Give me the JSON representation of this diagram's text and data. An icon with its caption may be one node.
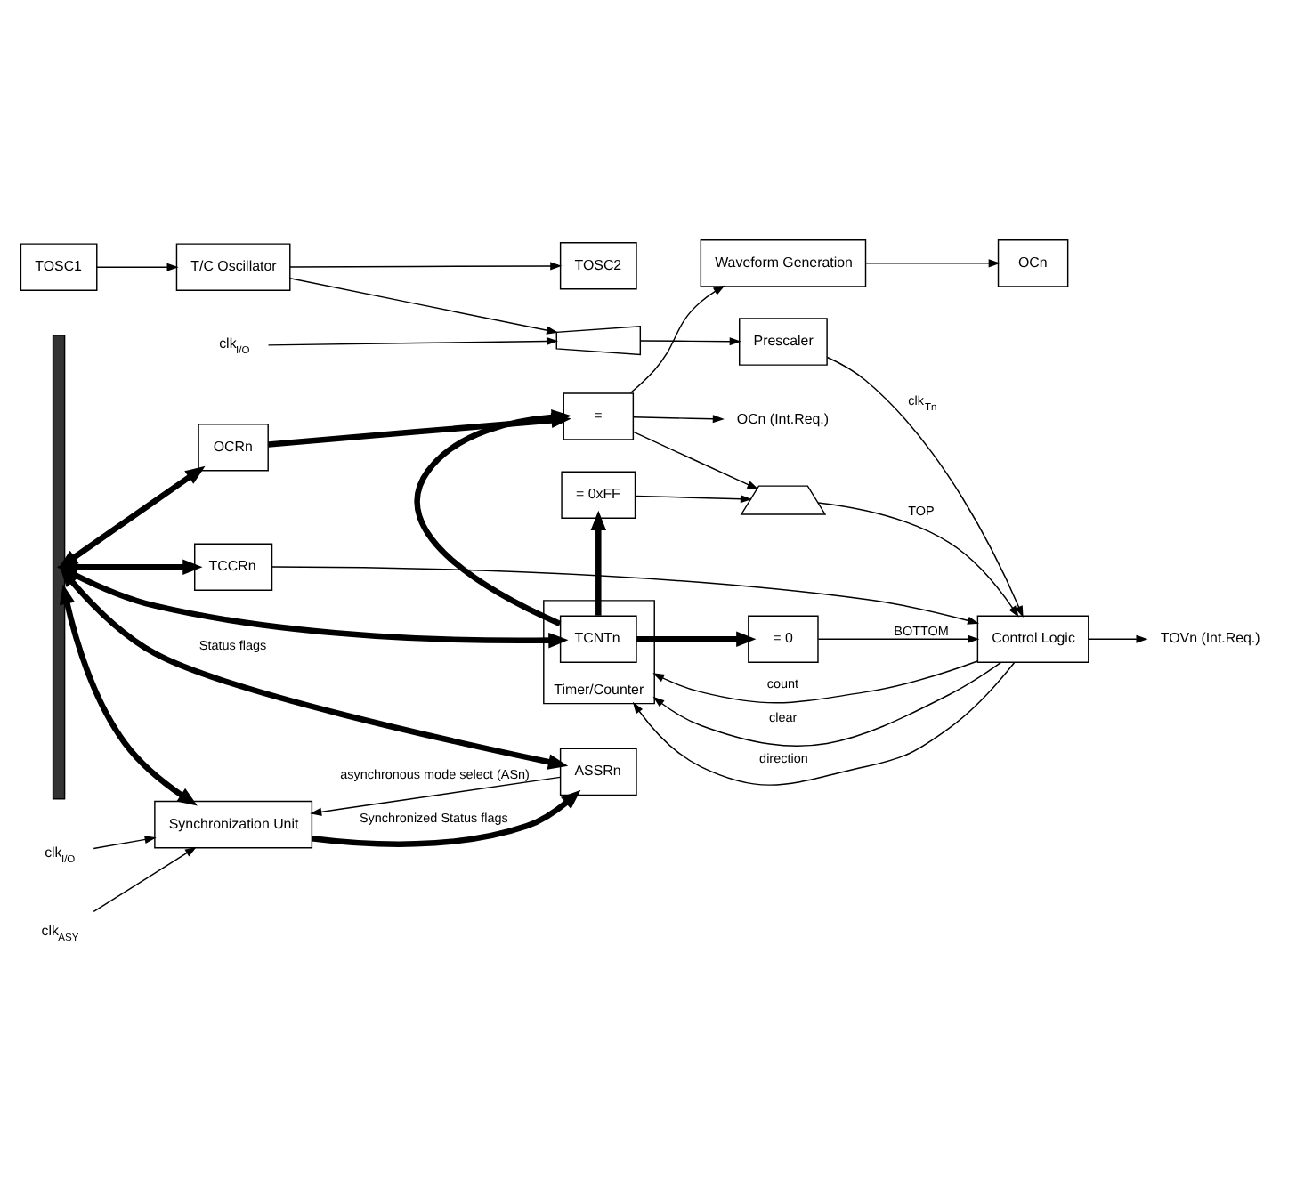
{
  "diagram": {
    "nodes": [
      {
        "text": [],
        "shape": "bar"
      },
      {
        "text": [
          "TCCRn"
        ]
      },
      {
        "text": [
          "Control Logic"
        ]
      },
      {
        "text": [
          "Timer/Counter"
        ]
      },
      {
        "text": [
          "TCNTn"
        ],
        "in": 3
      },
      {
        "text": [
          "= 0"
        ]
      },
      {
        "text": [
          "= 0xFF"
        ]
      },
      {
        "text": [],
        "shape": "trapezoid"
      },
      {
        "text": [
          "TOVn (Int.Req.)"
        ]
      },
      {
        "text": [
          "Prescaler"
        ]
      },
      {
        "text": [],
        "shape": "trapezoid"
      },
      {
        "text": [
          "T/C Oscillator"
        ]
      },
      {
        "text": [
          "TOSC1"
        ]
      },
      {
        "text": [
          "TOSC2"
        ]
      },
      {
        "text": [
          "clk$_{I/O}$"
        ]
      },
      {
        "text": [
          "="
        ]
      },
      {
        "text": [
          "OCn (Int.Req.)"
        ]
      },
      {
        "text": [
          "Waveform Generation"
        ]
      },
      {
        "text": [
          "OCn"
        ]
      },
      {
        "text": [
          "OCRn"
        ]
      },
      {
        "text": [
          "Synchronization Unit"
        ]
      },
      {
        "text": [
          "clk$_{I/O}$"
        ]
      },
      {
        "text": [
          "clk$_{ASY}$"
        ]
      },
      {
        "text": [
          "ASSRn"
        ]
      }
    ],
    "edges": [
      {
        "from": 0,
        "to": 1,
        "arrow": "both",
        "style": "thick"
      },
      {
        "from": 1,
        "to": 2,
        "arrow": "to"
      },
      {
        "from": 2,
        "to": 3,
        "arrow": "to",
        "label": "count"
      },
      {
        "from": 2,
        "to": 3,
        "arrow": "to",
        "label": "clear"
      },
      {
        "from": 2,
        "to": 3,
        "arrow": "to",
        "label": "direction"
      },
      {
        "from": 2,
        "to": 8,
        "arrow": "to"
      },
      {
        "from": 9,
        "to": 2,
        "arrow": "to",
        "label": "clk$_{Tn}$"
      },
      {
        "from": 5,
        "to": 2,
        "arrow": "to",
        "label": "BOTTOM"
      },
      {
        "from": 7,
        "to": 2,
        "arrow": "to",
        "label": "TOP"
      },
      {
        "from": 6,
        "to": 7,
        "arrow": "to"
      },
      {
        "from": 15,
        "to": 7,
        "arrow": "to"
      },
      {
        "from": 10,
        "to": 9,
        "arrow": "to"
      },
      {
        "from": 11,
        "to": 10,
        "arrow": "to"
      },
      {
        "from": 14,
        "to": 10,
        "arrow": "to"
      },
      {
        "from": 12,
        "to": 11,
        "arrow": "to"
      },
      {
        "from": 11,
        "to": 13,
        "arrow": "to"
      },
      {
        "from": 0,
        "to": 4,
        "arrow": "both",
        "style": "thick"
      },
      {
        "from": 4,
        "to": 5,
        "arrow": "to",
        "style": "thick"
      },
      {
        "from": 4,
        "to": 6,
        "arrow": "to",
        "style": "thick"
      },
      {
        "from": 4,
        "to": 15,
        "arrow": "to",
        "style": "thick"
      },
      {
        "from": 15,
        "to": 16,
        "arrow": "to"
      },
      {
        "from": 15,
        "to": 17,
        "arrow": "to"
      },
      {
        "from": 17,
        "to": 18,
        "arrow": "to"
      },
      {
        "from": 19,
        "to": 15,
        "arrow": "to",
        "style": "thick"
      },
      {
        "from": 0,
        "to": 19,
        "arrow": "both",
        "style": "thick"
      },
      {
        "from": 20,
        "to": 23,
        "arrow": "to",
        "style": "thick",
        "label": "Synchronized Status flags"
      },
      {
        "from": 21,
        "to": 20,
        "arrow": "to"
      },
      {
        "from": 22,
        "to": 20,
        "arrow": "to"
      },
      {
        "from": 0,
        "to": 23,
        "arrow": "both",
        "style": "thick",
        "label": "Status flags"
      },
      {
        "from": 23,
        "to": 20,
        "arrow": "to",
        "label": "asynchronous mode select (ASn)"
      },
      {
        "from": 0,
        "to": 20,
        "arrow": "both",
        "style": "thick"
      }
    ]
  }
}
